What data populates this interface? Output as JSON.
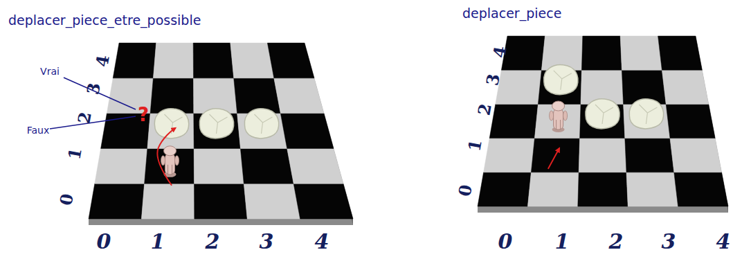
{
  "diagram": {
    "labels": [
      "deplacer_piece_etre_possible",
      "Vrai",
      "Faux",
      "?",
      "0",
      "1",
      "2",
      "3",
      "4",
      "0",
      "1",
      "2",
      "3",
      "4",
      "deplacer_piece",
      "0",
      "1",
      "2",
      "3",
      "4",
      "0",
      "1",
      "2",
      "3",
      "4"
    ]
  }
}
